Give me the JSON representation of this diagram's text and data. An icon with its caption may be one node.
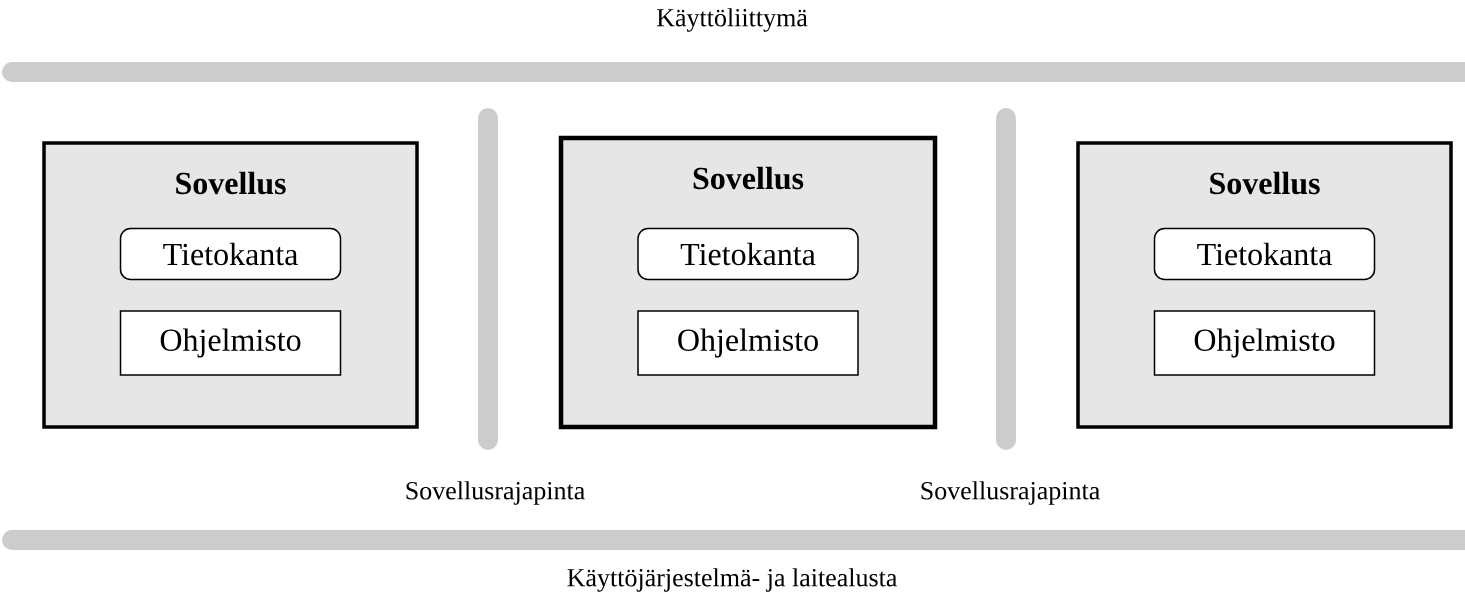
{
  "diagram": {
    "nodes": [
      {
        "text": [
          "Sovellus"
        ]
      },
      {
        "text": [
          "Tietokanta"
        ],
        "in": 0
      },
      {
        "text": [
          "Ohjelmisto"
        ],
        "in": 0
      },
      {
        "text": [
          "Sovellus"
        ]
      },
      {
        "text": [
          "Tietokanta"
        ],
        "in": 3
      },
      {
        "text": [
          "Ohjelmisto"
        ],
        "in": 3
      },
      {
        "text": [
          "Sovellus"
        ]
      },
      {
        "text": [
          "Tietokanta"
        ],
        "in": 6
      },
      {
        "text": [
          "Ohjelmisto"
        ],
        "in": 6
      }
    ],
    "edges": [],
    "labels": [
      "Käyttöliittymä",
      "Sovellusrajapinta",
      "Sovellusrajapinta",
      "Käyttöjärjestelmä- ja laitealusta"
    ]
  }
}
